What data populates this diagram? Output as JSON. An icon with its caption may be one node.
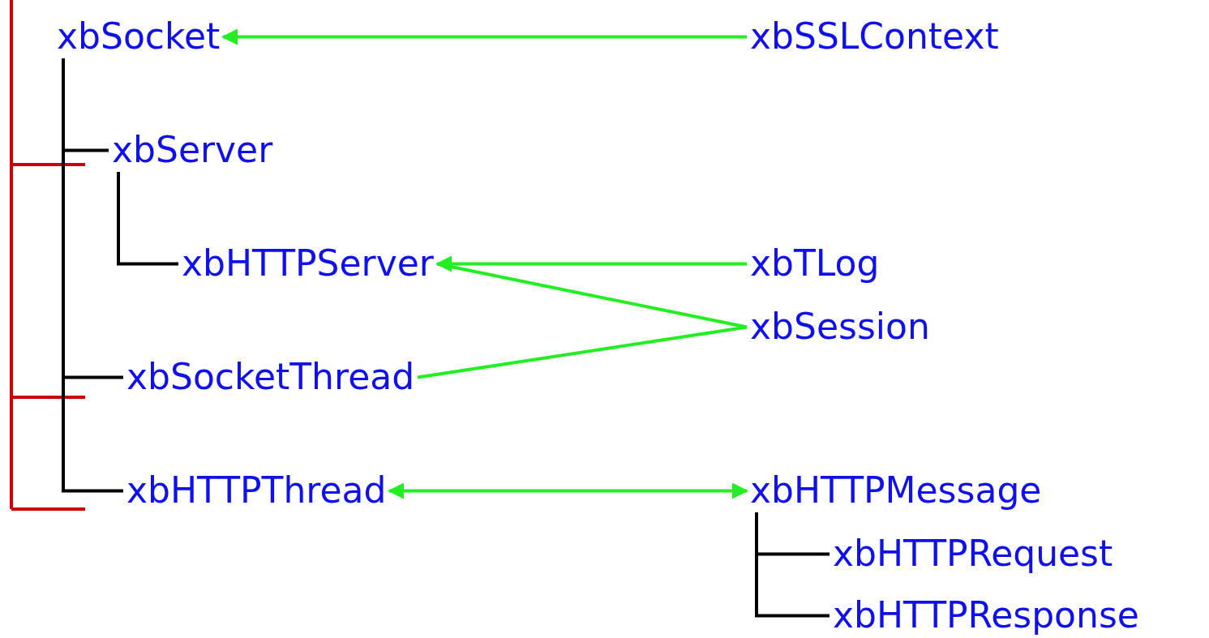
{
  "diagram": {
    "nodes": [
      {
        "text": [
          "xbSocket"
        ]
      },
      {
        "text": [
          "xbSSLContext"
        ]
      },
      {
        "text": [
          "xbServer"
        ]
      },
      {
        "text": [
          "xbHTTPServer"
        ]
      },
      {
        "text": [
          "xbTLog"
        ]
      },
      {
        "text": [
          "xbSession"
        ]
      },
      {
        "text": [
          "xbSocketThread"
        ]
      },
      {
        "text": [
          "xbHTTPThread"
        ]
      },
      {
        "text": [
          "xbHTTPMessage"
        ]
      },
      {
        "text": [
          "xbHTTPRequest"
        ]
      },
      {
        "text": [
          "xbHTTPResponse"
        ]
      }
    ],
    "edges": [
      {
        "from": 1,
        "to": 0,
        "arrow": "to",
        "color": "#22ee22"
      },
      {
        "from": 0,
        "to": 2,
        "arrow": "none"
      },
      {
        "from": 2,
        "to": 3,
        "arrow": "none"
      },
      {
        "from": 0,
        "to": 6,
        "arrow": "none"
      },
      {
        "from": 0,
        "to": 7,
        "arrow": "none"
      },
      {
        "from": 4,
        "to": 3,
        "arrow": "to",
        "color": "#22ee22"
      },
      {
        "from": 5,
        "to": 3,
        "arrow": "none",
        "color": "#22ee22"
      },
      {
        "from": 5,
        "to": 6,
        "arrow": "none",
        "color": "#22ee22"
      },
      {
        "from": 7,
        "to": 8,
        "arrow": "both",
        "color": "#22ee22"
      },
      {
        "from": 8,
        "to": 9,
        "arrow": "none"
      },
      {
        "from": 8,
        "to": 10,
        "arrow": "none"
      }
    ]
  }
}
